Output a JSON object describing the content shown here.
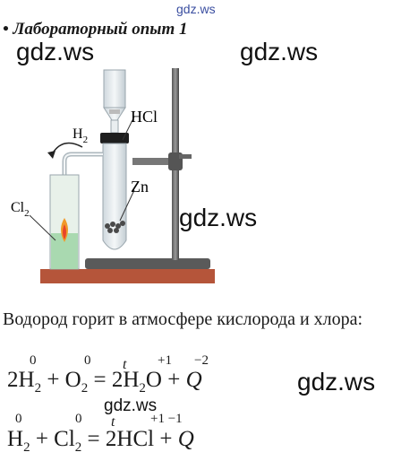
{
  "watermarks": {
    "top": "gdz.ws",
    "big": "gdz.ws",
    "small": "gdz.ws"
  },
  "heading": "• Лабораторный опыт 1",
  "figure": {
    "labels": {
      "hcl": "HCl",
      "h2_main": "H",
      "h2_sub": "2",
      "zn": "Zn",
      "cl2_main": "Cl",
      "cl2_sub": "2"
    }
  },
  "sentence": "Водород горит в атмосфере кислорода и хлора:",
  "equation1": {
    "coef1": "2H",
    "sub1": "2",
    "plus": "+",
    "o": "O",
    "sub_o": "2",
    "eq": "=",
    "coef2": "2H",
    "sub2": "2",
    "o2": "O",
    "plus2": "+",
    "q": "Q",
    "ox_h_left": "0",
    "ox_o_left": "0",
    "cond": "t",
    "ox_h_right": "+1",
    "ox_o_right": "−2"
  },
  "equation2": {
    "h": "H",
    "sub1": "2",
    "plus": "+",
    "cl": "Cl",
    "sub_cl": "2",
    "eq": "=",
    "hcl": "2HCl",
    "plus2": "+",
    "q": "Q",
    "ox_h_left": "0",
    "ox_cl_left": "0",
    "cond": "t",
    "ox_right": "+1 −1"
  }
}
